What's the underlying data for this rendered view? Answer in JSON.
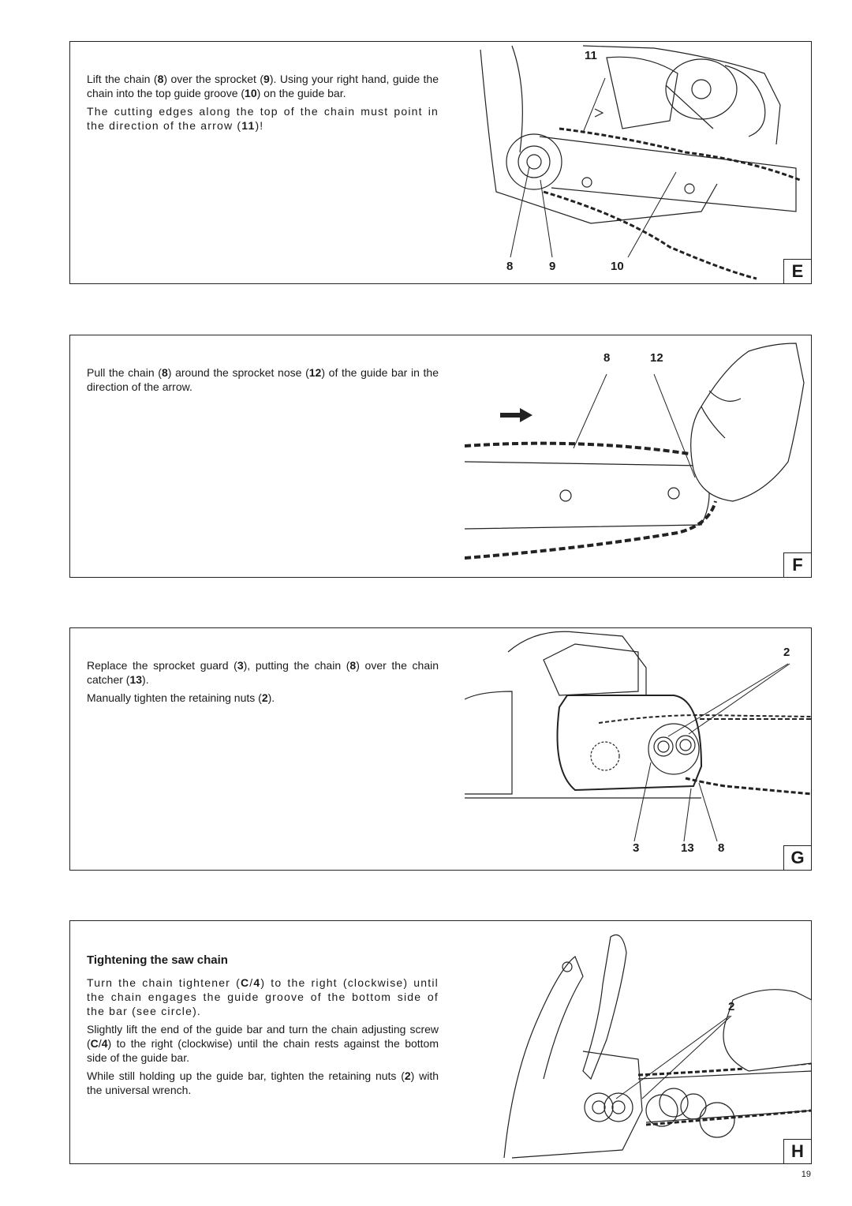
{
  "panels": [
    {
      "letter": "E",
      "paragraphs": [
        [
          "Lift the chain (",
          {
            "b": "8"
          },
          ") over the sprocket (",
          {
            "b": "9"
          },
          "). Using your right hand, guide the chain into the top guide groove (",
          {
            "b": "10"
          },
          ") on the guide bar."
        ],
        [
          "The cutting edges along the top of the chain must point in the direction of the arrow (",
          {
            "b": "11"
          },
          ")!"
        ]
      ],
      "callouts": [
        "11",
        "8",
        "9",
        "10"
      ]
    },
    {
      "letter": "F",
      "paragraphs": [
        [
          "Pull the chain (",
          {
            "b": "8"
          },
          ") around the sprocket nose (",
          {
            "b": "12"
          },
          ") of  the guide bar in the direction of the arrow."
        ]
      ],
      "callouts": [
        "8",
        "12"
      ]
    },
    {
      "letter": "G",
      "paragraphs": [
        [
          "Replace the sprocket guard (",
          {
            "b": "3"
          },
          "), putting the chain (",
          {
            "b": "8"
          },
          ") over the chain catcher (",
          {
            "b": "13"
          },
          ")."
        ],
        [
          "Manually tighten the retaining nuts (",
          {
            "b": "2"
          },
          ")."
        ]
      ],
      "callouts": [
        "2",
        "3",
        "13",
        "8"
      ]
    },
    {
      "letter": "H",
      "heading": "Tightening the saw chain",
      "paragraphs": [
        [
          "Turn the chain tightener (",
          {
            "b": "C"
          },
          "/",
          {
            "b": "4"
          },
          ") to the right (clockwise) until the chain engages the guide groove of the bottom side of the bar (see circle)."
        ],
        [
          "Slightly lift the end of the guide bar and turn the chain adjusting screw (",
          {
            "b": "C"
          },
          "/",
          {
            "b": "4"
          },
          ") to the right (clockwise) until the chain rests against the bottom side of the guide bar."
        ],
        [
          "While still holding up the guide bar, tighten the retaining nuts (",
          {
            "b": "2"
          },
          ") with the universal wrench."
        ]
      ],
      "callouts": [
        "2"
      ]
    }
  ],
  "page_number": "19"
}
